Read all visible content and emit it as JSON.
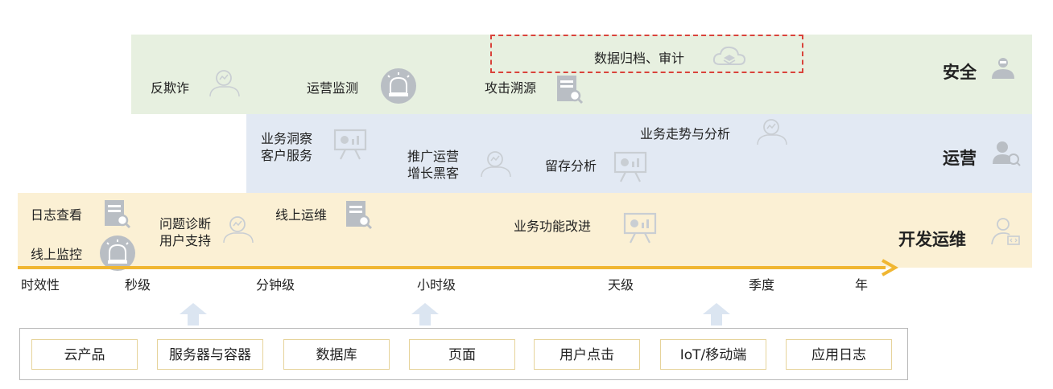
{
  "bands": {
    "security": {
      "label": "安全",
      "items": [
        "反欺诈",
        "运营监测",
        "攻击溯源",
        "数据归档、审计"
      ]
    },
    "operations": {
      "label": "运营",
      "items": [
        "业务洞察\n客户服务",
        "推广运营\n增长黑客",
        "留存分析",
        "业务走势与分析"
      ]
    },
    "devops": {
      "label": "开发运维",
      "items": [
        "日志查看",
        "线上监控",
        "问题诊断\n用户支持",
        "线上运维",
        "业务功能改进"
      ]
    }
  },
  "timeline": {
    "label": "时效性",
    "ticks": [
      "秒级",
      "分钟级",
      "小时级",
      "天级",
      "季度",
      "年"
    ]
  },
  "sources": [
    "云产品",
    "服务器与容器",
    "数据库",
    "页面",
    "用户点击",
    "IoT/移动端",
    "应用日志"
  ],
  "colors": {
    "security_band": "#e7f0e0",
    "operations_band": "#e2e9f3",
    "devops_band": "#fbf0d4",
    "timeline_arrow": "#f0b632",
    "highlight_border": "#d9433b",
    "icon_gray": "#b9bec4"
  },
  "icons": [
    "search-chart-icon",
    "alarm-icon",
    "report-search-icon",
    "cloud-icon",
    "user-shield-icon",
    "presentation-chart-icon",
    "user-analytics-icon",
    "user-code-icon",
    "up-arrow-icon"
  ]
}
